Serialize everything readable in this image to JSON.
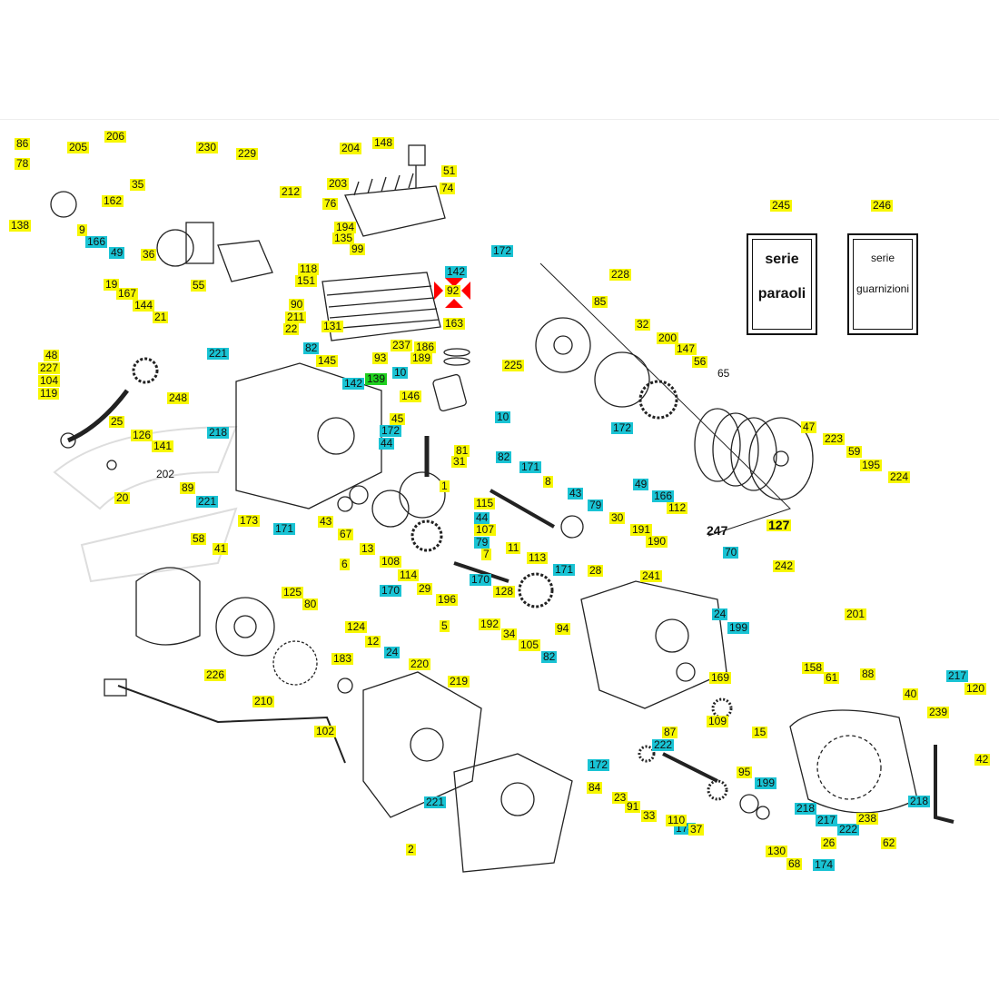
{
  "kits": {
    "seals": {
      "part_number": "245",
      "line1": "serie",
      "line2": "paraoli"
    },
    "gaskets": {
      "part_number": "246",
      "line1": "serie",
      "line2": "guarnizioni"
    }
  },
  "highlighted_part": "92",
  "colors": {
    "yellow": "#f7f700",
    "cyan": "#19c3d4",
    "green": "#1fd01f",
    "marker": "#ff0000"
  },
  "labels": [
    {
      "text": "86",
      "style": "y"
    },
    {
      "text": "205",
      "style": "y"
    },
    {
      "text": "206",
      "style": "y"
    },
    {
      "text": "78",
      "style": "y"
    },
    {
      "text": "162",
      "style": "y"
    },
    {
      "text": "35",
      "style": "y"
    },
    {
      "text": "138",
      "style": "y"
    },
    {
      "text": "9",
      "style": "y"
    },
    {
      "text": "166",
      "style": "c"
    },
    {
      "text": "49",
      "style": "c"
    },
    {
      "text": "230",
      "style": "y"
    },
    {
      "text": "229",
      "style": "y"
    },
    {
      "text": "36",
      "style": "y"
    },
    {
      "text": "55",
      "style": "y"
    },
    {
      "text": "204",
      "style": "y"
    },
    {
      "text": "148",
      "style": "y"
    },
    {
      "text": "51",
      "style": "y"
    },
    {
      "text": "74",
      "style": "y"
    },
    {
      "text": "203",
      "style": "y"
    },
    {
      "text": "212",
      "style": "y"
    },
    {
      "text": "76",
      "style": "y"
    },
    {
      "text": "194",
      "style": "y"
    },
    {
      "text": "135",
      "style": "y"
    },
    {
      "text": "99",
      "style": "y"
    },
    {
      "text": "118",
      "style": "y"
    },
    {
      "text": "151",
      "style": "y"
    },
    {
      "text": "142",
      "style": "c"
    },
    {
      "text": "92",
      "style": "y"
    },
    {
      "text": "90",
      "style": "y"
    },
    {
      "text": "211",
      "style": "y"
    },
    {
      "text": "22",
      "style": "y"
    },
    {
      "text": "131",
      "style": "y"
    },
    {
      "text": "163",
      "style": "y"
    },
    {
      "text": "82",
      "style": "c"
    },
    {
      "text": "145",
      "style": "y"
    },
    {
      "text": "237",
      "style": "y"
    },
    {
      "text": "186",
      "style": "y"
    },
    {
      "text": "93",
      "style": "y"
    },
    {
      "text": "189",
      "style": "y"
    },
    {
      "text": "10",
      "style": "c"
    },
    {
      "text": "139",
      "style": "g"
    },
    {
      "text": "146",
      "style": "y"
    },
    {
      "text": "142",
      "style": "c"
    },
    {
      "text": "221",
      "style": "c"
    },
    {
      "text": "19",
      "style": "y"
    },
    {
      "text": "167",
      "style": "y"
    },
    {
      "text": "144",
      "style": "y"
    },
    {
      "text": "21",
      "style": "y"
    },
    {
      "text": "48",
      "style": "y"
    },
    {
      "text": "227",
      "style": "y"
    },
    {
      "text": "104",
      "style": "y"
    },
    {
      "text": "119",
      "style": "y"
    },
    {
      "text": "248",
      "style": "y"
    },
    {
      "text": "25",
      "style": "y"
    },
    {
      "text": "126",
      "style": "y"
    },
    {
      "text": "141",
      "style": "y"
    },
    {
      "text": "218",
      "style": "c"
    },
    {
      "text": "202",
      "style": "p"
    },
    {
      "text": "89",
      "style": "y"
    },
    {
      "text": "20",
      "style": "y"
    },
    {
      "text": "221",
      "style": "c"
    },
    {
      "text": "45",
      "style": "y"
    },
    {
      "text": "172",
      "style": "c"
    },
    {
      "text": "44",
      "style": "c"
    },
    {
      "text": "81",
      "style": "y"
    },
    {
      "text": "31",
      "style": "y"
    },
    {
      "text": "82",
      "style": "c"
    },
    {
      "text": "171",
      "style": "c"
    },
    {
      "text": "1",
      "style": "y"
    },
    {
      "text": "8",
      "style": "y"
    },
    {
      "text": "43",
      "style": "c"
    },
    {
      "text": "79",
      "style": "c"
    },
    {
      "text": "115",
      "style": "y"
    },
    {
      "text": "44",
      "style": "c"
    },
    {
      "text": "107",
      "style": "y"
    },
    {
      "text": "79",
      "style": "c"
    },
    {
      "text": "7",
      "style": "y"
    },
    {
      "text": "30",
      "style": "y"
    },
    {
      "text": "191",
      "style": "y"
    },
    {
      "text": "190",
      "style": "y"
    },
    {
      "text": "49",
      "style": "c"
    },
    {
      "text": "166",
      "style": "c"
    },
    {
      "text": "112",
      "style": "y"
    },
    {
      "text": "70",
      "style": "c"
    },
    {
      "text": "242",
      "style": "y"
    },
    {
      "text": "241",
      "style": "y"
    },
    {
      "text": "11",
      "style": "y"
    },
    {
      "text": "113",
      "style": "y"
    },
    {
      "text": "171",
      "style": "c"
    },
    {
      "text": "28",
      "style": "y"
    },
    {
      "text": "170",
      "style": "c"
    },
    {
      "text": "128",
      "style": "y"
    },
    {
      "text": "192",
      "style": "y"
    },
    {
      "text": "34",
      "style": "y"
    },
    {
      "text": "105",
      "style": "y"
    },
    {
      "text": "82",
      "style": "c"
    },
    {
      "text": "94",
      "style": "y"
    },
    {
      "text": "24",
      "style": "c"
    },
    {
      "text": "199",
      "style": "c"
    },
    {
      "text": "169",
      "style": "y"
    },
    {
      "text": "158",
      "style": "y"
    },
    {
      "text": "61",
      "style": "y"
    },
    {
      "text": "109",
      "style": "y"
    },
    {
      "text": "15",
      "style": "y"
    },
    {
      "text": "87",
      "style": "y"
    },
    {
      "text": "222",
      "style": "c"
    },
    {
      "text": "172",
      "style": "c"
    },
    {
      "text": "84",
      "style": "y"
    },
    {
      "text": "23",
      "style": "y"
    },
    {
      "text": "91",
      "style": "y"
    },
    {
      "text": "33",
      "style": "y"
    },
    {
      "text": "174",
      "style": "c"
    },
    {
      "text": "110",
      "style": "y"
    },
    {
      "text": "37",
      "style": "y"
    },
    {
      "text": "95",
      "style": "y"
    },
    {
      "text": "199",
      "style": "c"
    },
    {
      "text": "130",
      "style": "y"
    },
    {
      "text": "68",
      "style": "y"
    },
    {
      "text": "174",
      "style": "c"
    },
    {
      "text": "26",
      "style": "y"
    },
    {
      "text": "201",
      "style": "y"
    },
    {
      "text": "88",
      "style": "y"
    },
    {
      "text": "40",
      "style": "y"
    },
    {
      "text": "217",
      "style": "c"
    },
    {
      "text": "120",
      "style": "y"
    },
    {
      "text": "239",
      "style": "y"
    },
    {
      "text": "42",
      "style": "y"
    },
    {
      "text": "218",
      "style": "c"
    },
    {
      "text": "217",
      "style": "c"
    },
    {
      "text": "222",
      "style": "c"
    },
    {
      "text": "238",
      "style": "y"
    },
    {
      "text": "218",
      "style": "c"
    },
    {
      "text": "62",
      "style": "y"
    },
    {
      "text": "228",
      "style": "y"
    },
    {
      "text": "85",
      "style": "y"
    },
    {
      "text": "32",
      "style": "y"
    },
    {
      "text": "200",
      "style": "y"
    },
    {
      "text": "147",
      "style": "y"
    },
    {
      "text": "56",
      "style": "y"
    },
    {
      "text": "65",
      "style": "p"
    },
    {
      "text": "172",
      "style": "c"
    },
    {
      "text": "47",
      "style": "y"
    },
    {
      "text": "223",
      "style": "y"
    },
    {
      "text": "59",
      "style": "y"
    },
    {
      "text": "195",
      "style": "y"
    },
    {
      "text": "224",
      "style": "y"
    },
    {
      "text": "247",
      "style": "p"
    },
    {
      "text": "127",
      "style": "y"
    },
    {
      "text": "172",
      "style": "c"
    },
    {
      "text": "225",
      "style": "y"
    },
    {
      "text": "10",
      "style": "c"
    },
    {
      "text": "173",
      "style": "y"
    },
    {
      "text": "171",
      "style": "c"
    },
    {
      "text": "58",
      "style": "y"
    },
    {
      "text": "41",
      "style": "y"
    },
    {
      "text": "43",
      "style": "y"
    },
    {
      "text": "67",
      "style": "y"
    },
    {
      "text": "13",
      "style": "y"
    },
    {
      "text": "108",
      "style": "y"
    },
    {
      "text": "114",
      "style": "y"
    },
    {
      "text": "6",
      "style": "y"
    },
    {
      "text": "80",
      "style": "y"
    },
    {
      "text": "125",
      "style": "y"
    },
    {
      "text": "29",
      "style": "y"
    },
    {
      "text": "196",
      "style": "y"
    },
    {
      "text": "5",
      "style": "y"
    },
    {
      "text": "170",
      "style": "c"
    },
    {
      "text": "124",
      "style": "y"
    },
    {
      "text": "12",
      "style": "y"
    },
    {
      "text": "183",
      "style": "y"
    },
    {
      "text": "226",
      "style": "y"
    },
    {
      "text": "210",
      "style": "y"
    },
    {
      "text": "24",
      "style": "c"
    },
    {
      "text": "220",
      "style": "y"
    },
    {
      "text": "219",
      "style": "y"
    },
    {
      "text": "102",
      "style": "y"
    },
    {
      "text": "221",
      "style": "c"
    },
    {
      "text": "2",
      "style": "y"
    }
  ]
}
